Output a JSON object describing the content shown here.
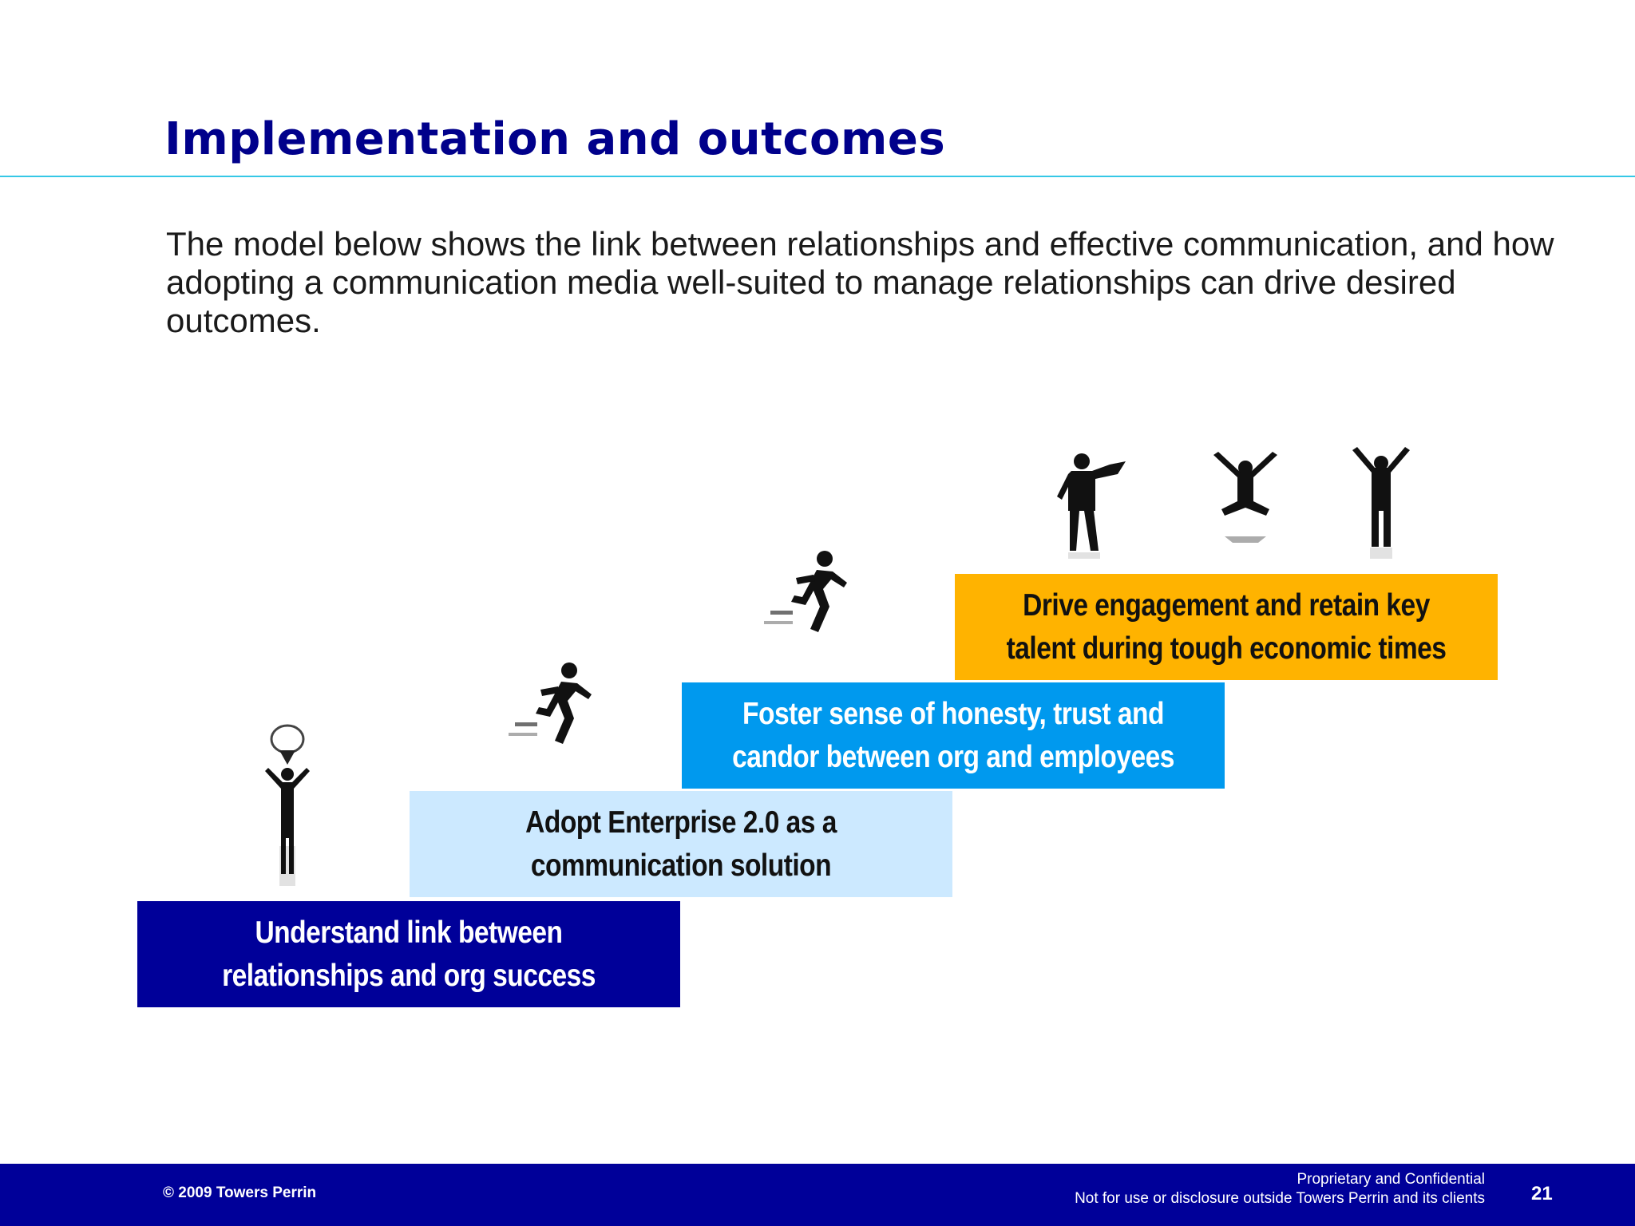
{
  "slide": {
    "title": "Implementation and outcomes",
    "intro": "The model below shows the link between relationships and effective communication, and how adopting a communication media well-suited to manage relationships can drive desired outcomes."
  },
  "steps": [
    {
      "label": "Understand link between relationships and org success",
      "color": "#000099",
      "icon": "thinking-person-icon"
    },
    {
      "label": "Adopt Enterprise 2.0 as a communication solution",
      "color": "#cce9ff",
      "icon": "running-person-icon"
    },
    {
      "label": "Foster sense of honesty, trust and candor between org and employees",
      "color": "#0099ee",
      "icon": "running-person-icon"
    },
    {
      "label": "Drive engagement and retain key talent during tough economic times",
      "color": "#ffb300",
      "icon": "celebrating-people-icon"
    }
  ],
  "footer": {
    "copyright": "© 2009 Towers Perrin",
    "confidential_line1": "Proprietary and Confidential",
    "confidential_line2": "Not for use or disclosure outside Towers Perrin and its clients",
    "page_number": "21"
  },
  "colors": {
    "title": "#00008b",
    "rule": "#36c8e6",
    "footer_bg": "#000099"
  }
}
